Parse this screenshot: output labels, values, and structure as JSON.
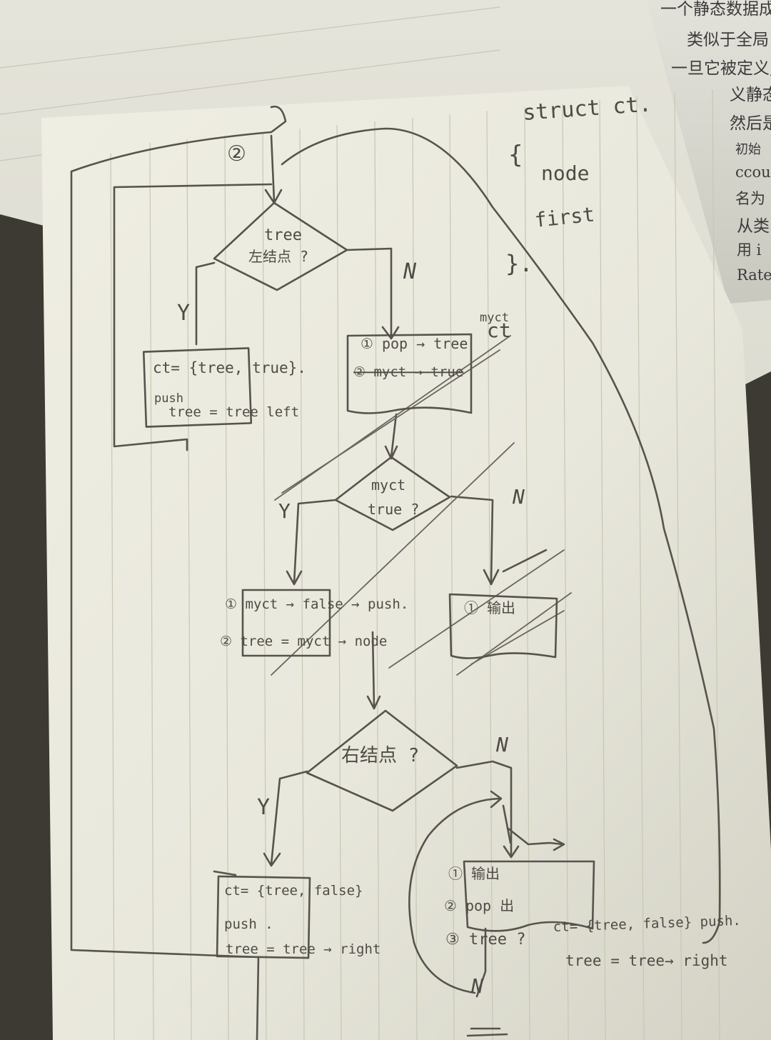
{
  "colors": {
    "paper": "#ecebdf",
    "ink": "#57534d",
    "background": "#3d3a33",
    "book": "#d8d7ce"
  },
  "book": {
    "lines": [
      "一个静态数据成",
      "类似于全局",
      "一旦它被定义,",
      "义静态",
      "然后是",
      "初始",
      "ccou",
      "名为",
      "从类",
      "用 i",
      "Rate"
    ]
  },
  "struct": {
    "line1": "struct ct.",
    "open": "{",
    "field1": "node",
    "field2": "first",
    "close": "}."
  },
  "flow": {
    "top_marker": "②",
    "decision1": {
      "line1": "tree",
      "line2": "左结点 ?"
    },
    "box1": {
      "line1": "ct= {tree, true}.",
      "line2": "push",
      "line3": "tree = tree left"
    },
    "box2": {
      "line1": "① pop → tree",
      "line2": "② myct → true",
      "corner": "myct"
    },
    "decision2": {
      "line1": "myct",
      "line2": "true ?"
    },
    "box3": {
      "line1": "① myct → false → push.",
      "line2": "② tree = myct → node"
    },
    "box4": {
      "line1": "① 输出"
    },
    "decision3": {
      "line1": "右结点 ?"
    },
    "box5": {
      "line1": "ct= {tree, false}",
      "line2": "push .",
      "line3": "tree = tree → right"
    },
    "box6": {
      "line1": "① 输出",
      "line2": "② pop 出",
      "line3": "③ tree ?",
      "side": "ct= {tree, false} push.",
      "assign": "tree = tree→ right"
    }
  },
  "labels": {
    "y": "Y",
    "n": "N"
  }
}
